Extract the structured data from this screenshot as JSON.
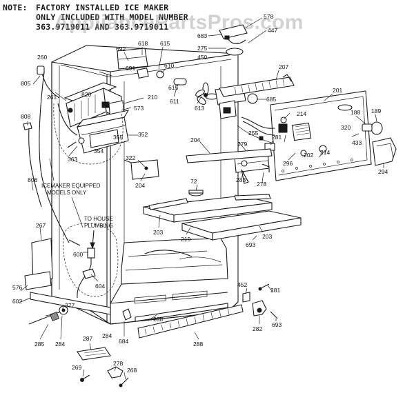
{
  "note": {
    "heading": "NOTE:",
    "lines": [
      "FACTORY INSTALLED ICE MAKER",
      "ONLY INCLUDED WITH MODEL NUMBER",
      "363.9719011 AND 363.9719011"
    ]
  },
  "watermark": "AppliancePartsPros.com",
  "callouts": {
    "icemaker": [
      "ICEMAKER EQUIPPED",
      "MODELS ONLY"
    ],
    "plumbing": [
      "TO HOUSE",
      "PLUMBING"
    ]
  },
  "part_labels": [
    "578",
    "447",
    "683",
    "275",
    "450",
    "692",
    "618",
    "615",
    "691",
    "610",
    "615",
    "611",
    "613",
    "207",
    "201",
    "685",
    "189",
    "188",
    "320",
    "214",
    "433",
    "294",
    "281",
    "279",
    "283",
    "278",
    "296",
    "202",
    "214",
    "255",
    "260",
    "805",
    "261",
    "820",
    "210",
    "573",
    "808",
    "352",
    "355",
    "363",
    "354",
    "322",
    "204",
    "204",
    "72",
    "203",
    "219",
    "203",
    "693",
    "806",
    "267",
    "600",
    "604",
    "576",
    "602",
    "452",
    "281",
    "277",
    "285",
    "284",
    "284",
    "684",
    "288",
    "288",
    "282",
    "693",
    "287",
    "278",
    "269",
    "268"
  ]
}
